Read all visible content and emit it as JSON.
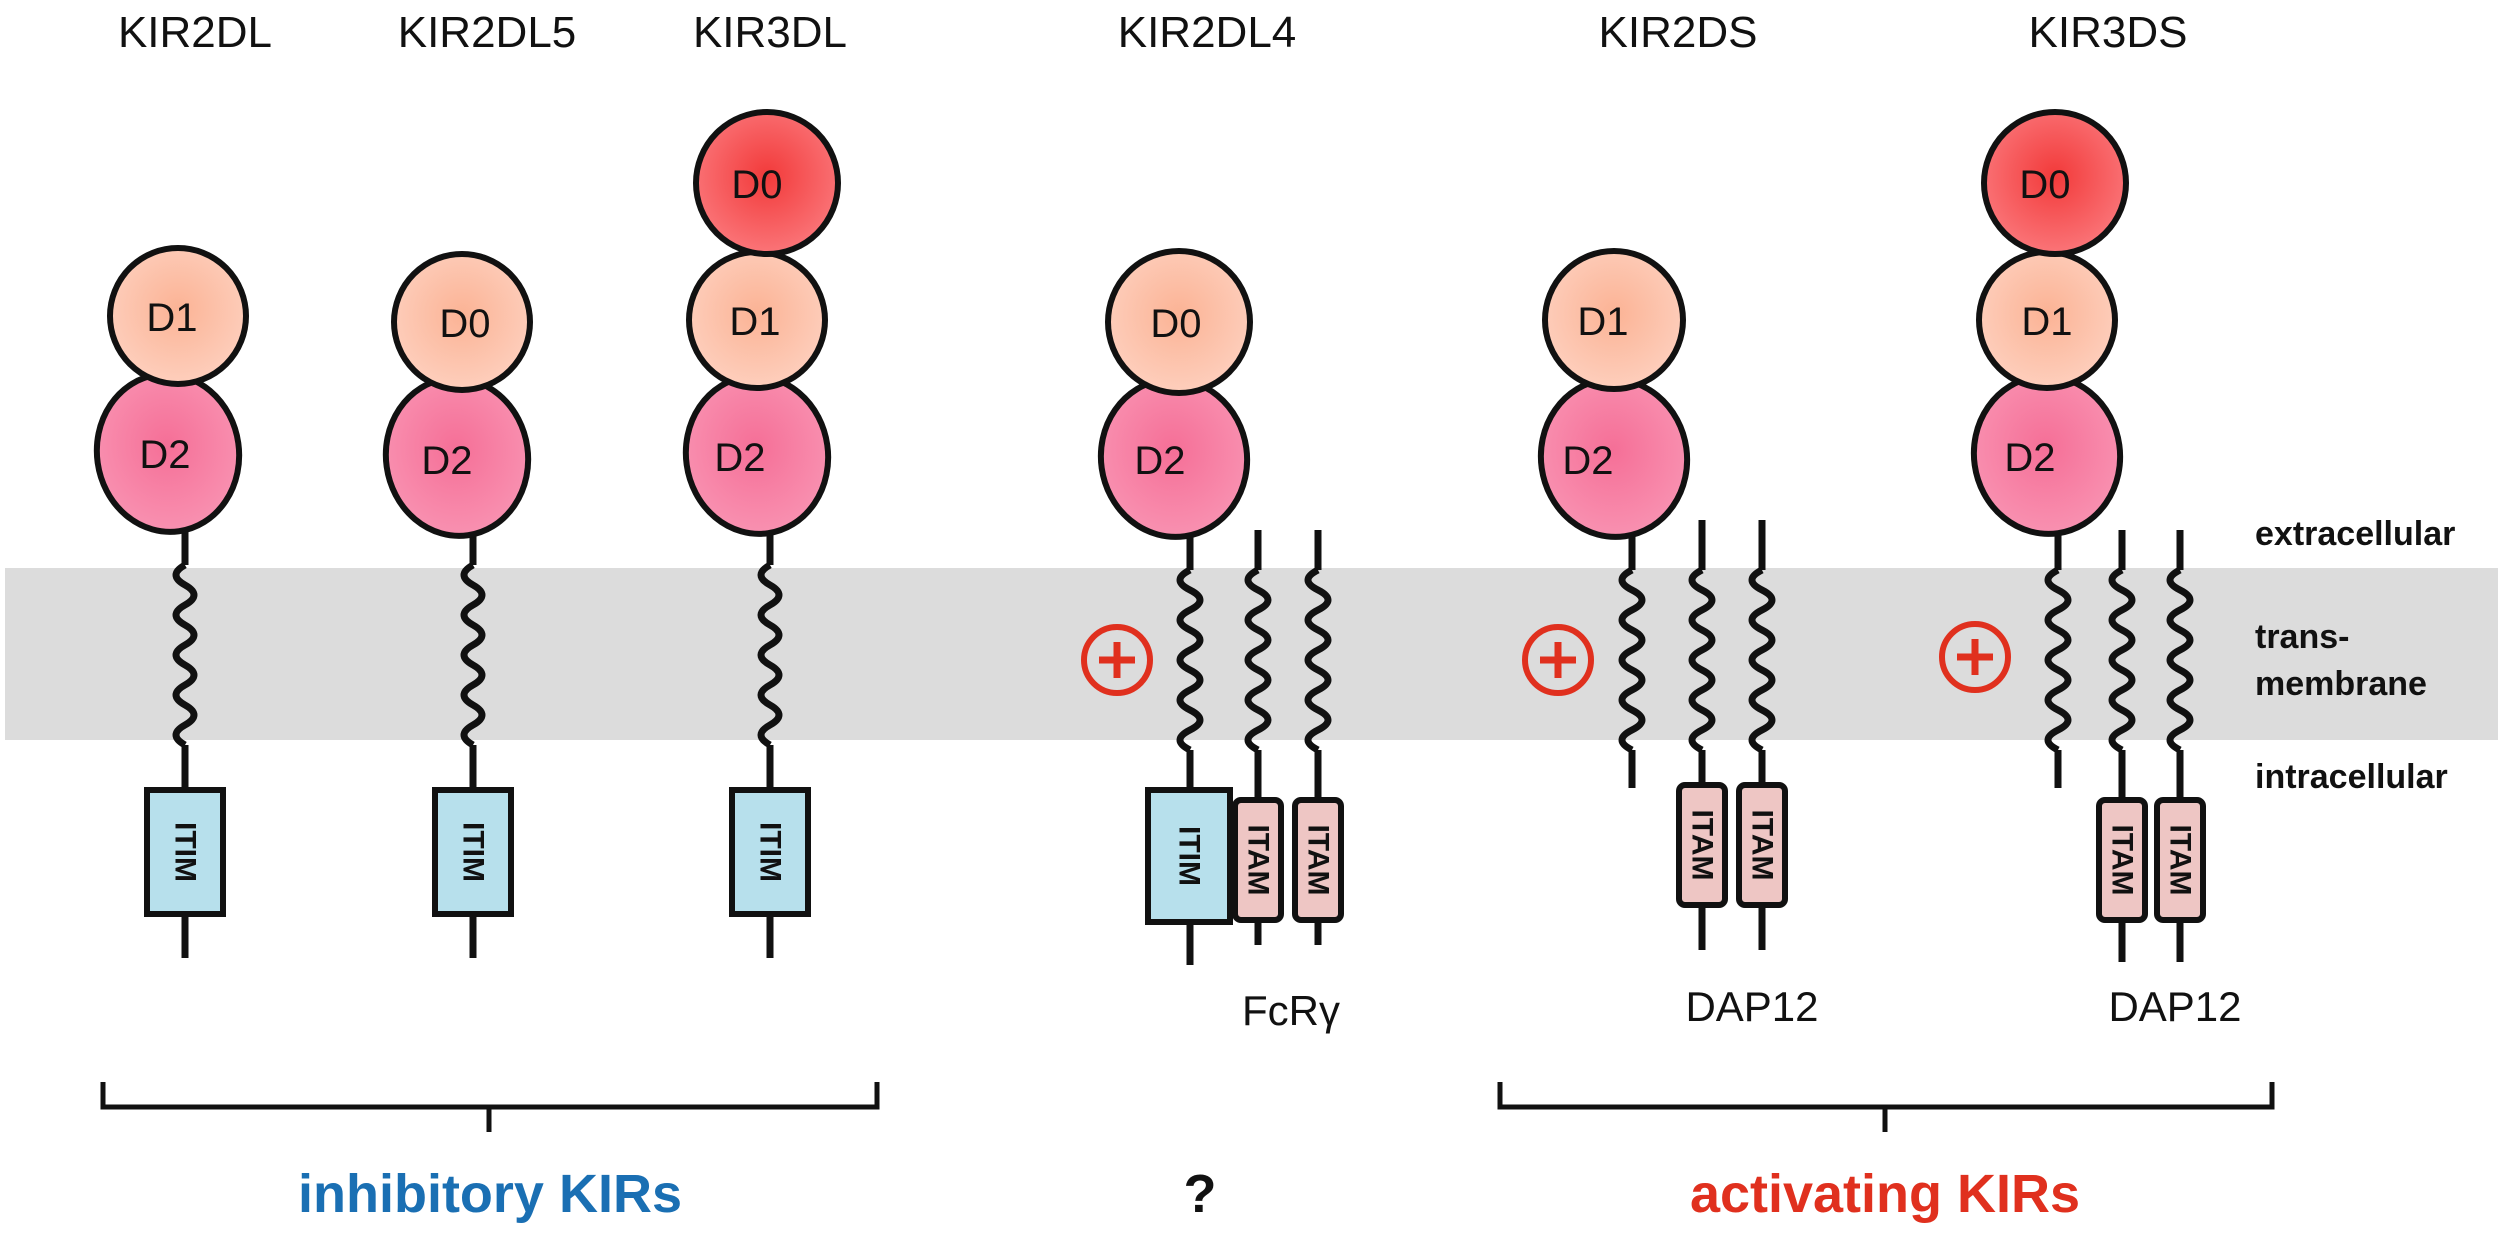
{
  "colors": {
    "membrane": "#dcdcdc",
    "inhibitory": "#1a6fb3",
    "activating": "#e0301e",
    "unknown": "#111111",
    "itim_fill": "#b7e0ec",
    "itam_fill": "#eec6c4",
    "charge": "#e0301e",
    "d0_fill": "#f23a3a",
    "d1_fill": "#fbb395",
    "d2_fill": "#f56f97"
  },
  "regions": {
    "extracellular": "extracellular",
    "trans_1": "trans-",
    "trans_2": "membrane",
    "intracellular": "intracellular"
  },
  "receptors": [
    {
      "name": "KIR2DL",
      "domains": [
        "D1",
        "D2"
      ],
      "motif": "ITIM"
    },
    {
      "name": "KIR2DL5",
      "domains": [
        "D0",
        "D2"
      ],
      "motif": "ITIM"
    },
    {
      "name": "KIR3DL",
      "domains": [
        "D0",
        "D1",
        "D2"
      ],
      "motif": "ITIM"
    },
    {
      "name": "KIR2DL4",
      "domains": [
        "D0",
        "D2"
      ],
      "motif": "ITIM",
      "adaptor": "FcRγ",
      "adaptor_motif": "ITAM"
    },
    {
      "name": "KIR2DS",
      "domains": [
        "D1",
        "D2"
      ],
      "adaptor": "DAP12",
      "adaptor_motif": "ITAM"
    },
    {
      "name": "KIR3DS",
      "domains": [
        "D0",
        "D1",
        "D2"
      ],
      "adaptor": "DAP12",
      "adaptor_motif": "ITAM"
    }
  ],
  "groups": {
    "inhibitory": "inhibitory KIRs",
    "unknown": "?",
    "activating": "activating KIRs"
  }
}
